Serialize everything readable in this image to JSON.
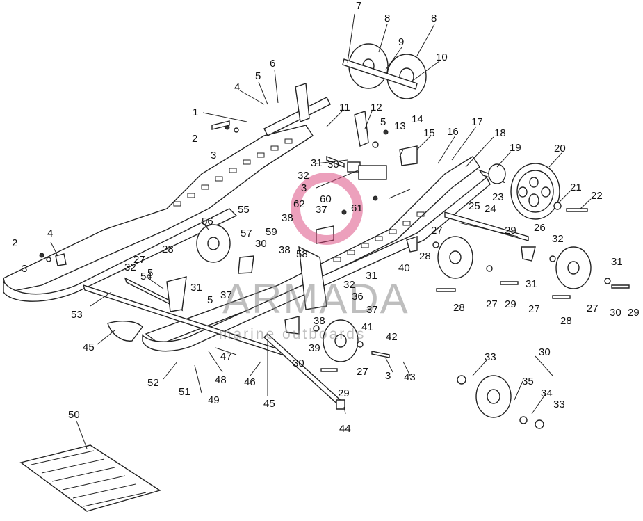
{
  "diagram": {
    "callouts": [
      "1",
      "2",
      "3",
      "2",
      "3",
      "4",
      "5",
      "6",
      "7",
      "8",
      "8",
      "9",
      "10",
      "11",
      "12",
      "5",
      "13",
      "14",
      "15",
      "16",
      "17",
      "18",
      "19",
      "20",
      "21",
      "22",
      "23",
      "24",
      "25",
      "26",
      "27",
      "28",
      "29",
      "30",
      "31",
      "32",
      "3",
      "60",
      "61",
      "62",
      "37",
      "38",
      "59",
      "38",
      "58",
      "55",
      "56",
      "57",
      "30",
      "28",
      "27",
      "32",
      "54",
      "5",
      "4",
      "53",
      "45",
      "52",
      "51",
      "49",
      "48",
      "47",
      "46",
      "45",
      "44",
      "3",
      "43",
      "42",
      "41",
      "27",
      "29",
      "30",
      "31",
      "32",
      "36",
      "37",
      "38",
      "39",
      "40",
      "27",
      "29",
      "27",
      "28",
      "31",
      "32",
      "27",
      "30",
      "29",
      "28",
      "31",
      "33",
      "30",
      "35",
      "34",
      "33",
      "50",
      "5",
      "37",
      "31"
    ],
    "watermark": {
      "brand": "ARMADA",
      "tagline": "marine outboards",
      "brand_color": "#d9417a"
    }
  }
}
